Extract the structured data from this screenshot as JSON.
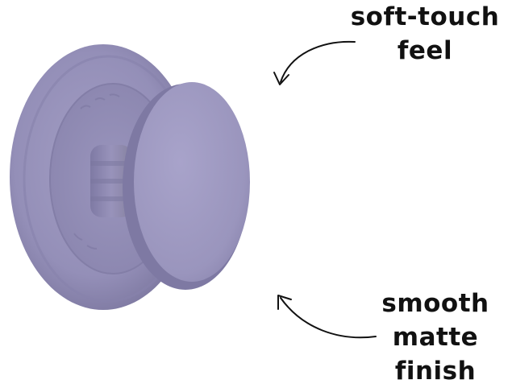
{
  "callouts": {
    "top": {
      "line1": "soft-touch",
      "line2": "feel"
    },
    "bottom": {
      "line1": "smooth",
      "line2": "matte",
      "line3": "finish"
    }
  },
  "colors": {
    "product_base": "#9a95bd",
    "product_shadow": "#7f7aa4",
    "product_highlight": "#aaa5cc",
    "text": "#111111",
    "background": "#ffffff"
  },
  "icons": {
    "top_arrow": "curved-arrow-down-left-icon",
    "bottom_arrow": "curved-arrow-up-left-icon"
  }
}
